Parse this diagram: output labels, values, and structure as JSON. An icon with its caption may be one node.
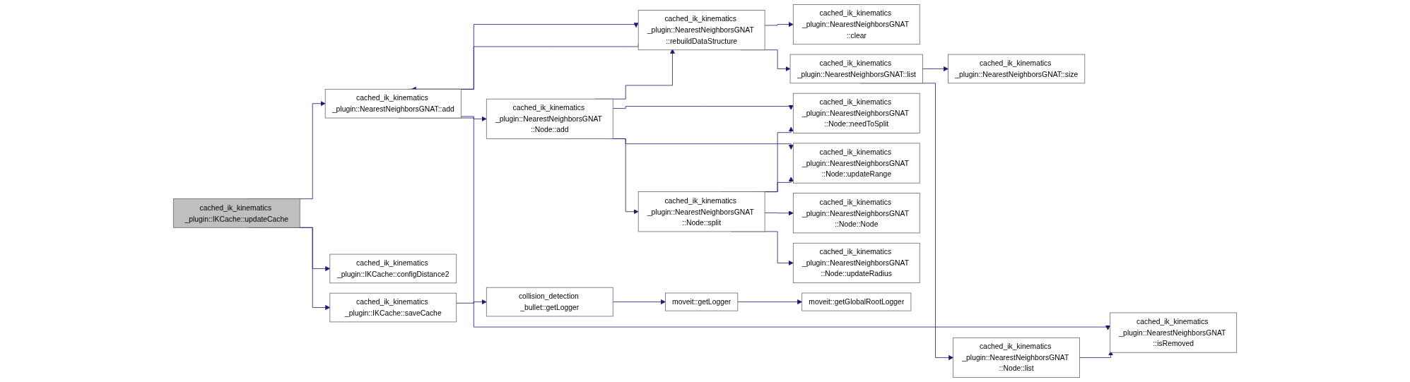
{
  "diagram": {
    "nodes": [
      {
        "text": [
          "cached_ik_kinematics _plugin::IKCache::updateCache"
        ]
      },
      {
        "text": [
          "cached_ik_kinematics _plugin::NearestNeighborsGNAT::add"
        ]
      },
      {
        "text": [
          "cached_ik_kinematics _plugin::IKCache::configDistance2"
        ]
      },
      {
        "text": [
          "cached_ik_kinematics _plugin::IKCache::saveCache"
        ]
      },
      {
        "text": [
          "cached_ik_kinematics _plugin::NearestNeighborsGNAT ::isRemoved"
        ]
      },
      {
        "text": [
          "cached_ik_kinematics _plugin::NearestNeighborsGNAT ::rebuildDataStructure"
        ]
      },
      {
        "text": [
          "cached_ik_kinematics _plugin::NearestNeighborsGNAT ::Node::add"
        ]
      },
      {
        "text": [
          "cached_ik_kinematics _plugin::NearestNeighborsGNAT ::clear"
        ]
      },
      {
        "text": [
          "cached_ik_kinematics _plugin::NearestNeighborsGNAT::list"
        ]
      },
      {
        "text": [
          "cached_ik_kinematics _plugin::NearestNeighborsGNAT::size"
        ]
      },
      {
        "text": [
          "cached_ik_kinematics _plugin::NearestNeighborsGNAT ::Node::list"
        ]
      },
      {
        "text": [
          "cached_ik_kinematics _plugin::NearestNeighborsGNAT ::Node::needToSplit"
        ]
      },
      {
        "text": [
          "cached_ik_kinematics _plugin::NearestNeighborsGNAT ::Node::split"
        ]
      },
      {
        "text": [
          "cached_ik_kinematics _plugin::NearestNeighborsGNAT ::Node::Node"
        ]
      },
      {
        "text": [
          "cached_ik_kinematics _plugin::NearestNeighborsGNAT ::Node::updateRadius"
        ]
      },
      {
        "text": [
          "cached_ik_kinematics _plugin::NearestNeighborsGNAT ::Node::updateRange"
        ]
      },
      {
        "text": [
          "collision_detection _bullet::getLogger"
        ]
      },
      {
        "text": [
          "moveit::getLogger"
        ]
      },
      {
        "text": [
          "moveit::getGlobalRootLogger"
        ]
      }
    ],
    "edges": [
      {
        "from": 0,
        "to": 1,
        "arrow": "to"
      },
      {
        "from": 0,
        "to": 2,
        "arrow": "to"
      },
      {
        "from": 0,
        "to": 3,
        "arrow": "to"
      },
      {
        "from": 1,
        "to": 4,
        "arrow": "to"
      },
      {
        "from": 1,
        "to": 5,
        "arrow": "to"
      },
      {
        "from": 1,
        "to": 6,
        "arrow": "to"
      },
      {
        "from": 5,
        "to": 1,
        "arrow": "to"
      },
      {
        "from": 5,
        "to": 7,
        "arrow": "to"
      },
      {
        "from": 5,
        "to": 8,
        "arrow": "to"
      },
      {
        "from": 8,
        "to": 9,
        "arrow": "to"
      },
      {
        "from": 8,
        "to": 10,
        "arrow": "to"
      },
      {
        "from": 10,
        "to": 4,
        "arrow": "to"
      },
      {
        "from": 6,
        "to": 5,
        "arrow": "to"
      },
      {
        "from": 6,
        "to": 11,
        "arrow": "to"
      },
      {
        "from": 6,
        "to": 12,
        "arrow": "to"
      },
      {
        "from": 6,
        "to": 15,
        "arrow": "to"
      },
      {
        "from": 12,
        "to": 11,
        "arrow": "to"
      },
      {
        "from": 12,
        "to": 13,
        "arrow": "to"
      },
      {
        "from": 12,
        "to": 14,
        "arrow": "to"
      },
      {
        "from": 12,
        "to": 15,
        "arrow": "to"
      },
      {
        "from": 3,
        "to": 16,
        "arrow": "to"
      },
      {
        "from": 16,
        "to": 17,
        "arrow": "to"
      },
      {
        "from": 17,
        "to": 18,
        "arrow": "to"
      }
    ]
  }
}
